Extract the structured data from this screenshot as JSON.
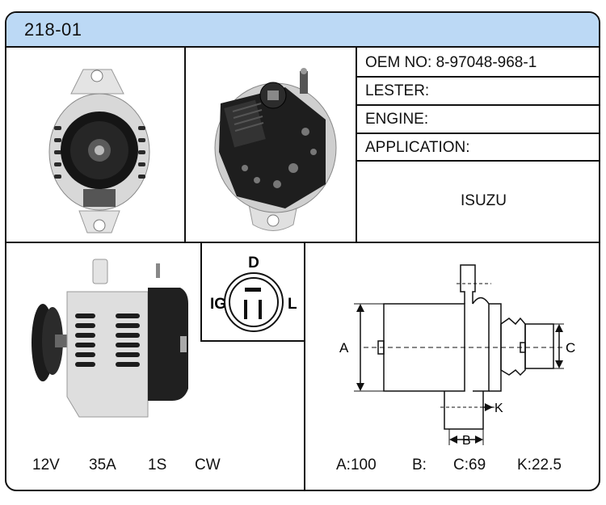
{
  "part_number": "218-01",
  "info": {
    "oem_label": "OEM NO: 8-97048-968-1",
    "lester_label": "LESTER:",
    "engine_label": "ENGINE:",
    "application_label": "APPLICATION:",
    "application_value": "ISUZU"
  },
  "connector": {
    "top_label": "D",
    "left_label": "IG",
    "right_label": "L"
  },
  "specs": {
    "voltage": "12V",
    "amperage": "35A",
    "pulley": "1S",
    "rotation": "CW"
  },
  "dimensions": {
    "labels": {
      "a": "A",
      "b": "B",
      "c": "C",
      "k": "K"
    },
    "a_value": "A:100",
    "b_value": "B:",
    "c_value": "C:69",
    "k_value": "K:22.5"
  }
}
